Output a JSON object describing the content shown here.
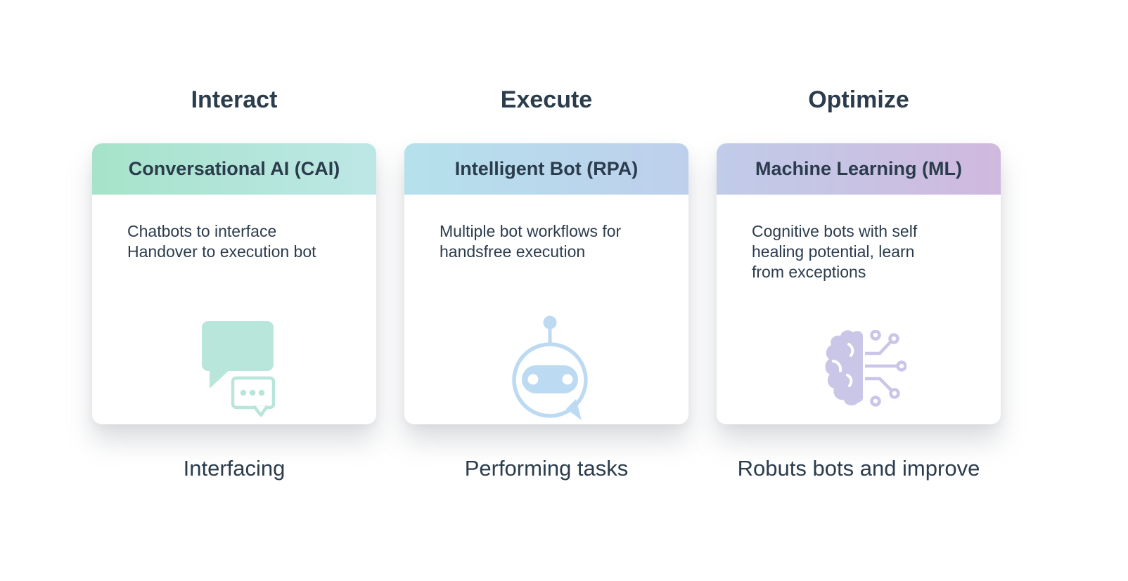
{
  "colors": {
    "text": "#2b3c4d",
    "cai-start": "#a6e3ca",
    "cai-end": "#bde7e6",
    "rpa-start": "#b5e1ec",
    "rpa-end": "#becfec",
    "ml-start": "#c0cce9",
    "ml-end": "#d0b9de",
    "chat-icon": "#b9e6da",
    "robot-icon": "#bddaf3",
    "brain-icon": "#c9c6e8"
  },
  "columns": [
    {
      "stage": "Interact",
      "card_title": "Conversational AI (CAI)",
      "description_lines": [
        "Chatbots to interface",
        "Handover to execution bot"
      ],
      "icon": "chat-bubbles-icon",
      "caption": "Interfacing"
    },
    {
      "stage": "Execute",
      "card_title": "Intelligent Bot (RPA)",
      "description_lines": [
        "Multiple bot workflows for",
        "handsfree execution"
      ],
      "icon": "robot-head-icon",
      "caption": "Performing tasks"
    },
    {
      "stage": "Optimize",
      "card_title": "Machine Learning (ML)",
      "description_lines": [
        "Cognitive bots with self",
        "healing potential, learn",
        "from exceptions"
      ],
      "icon": "brain-circuit-icon",
      "caption": "Robuts bots and improve"
    }
  ]
}
